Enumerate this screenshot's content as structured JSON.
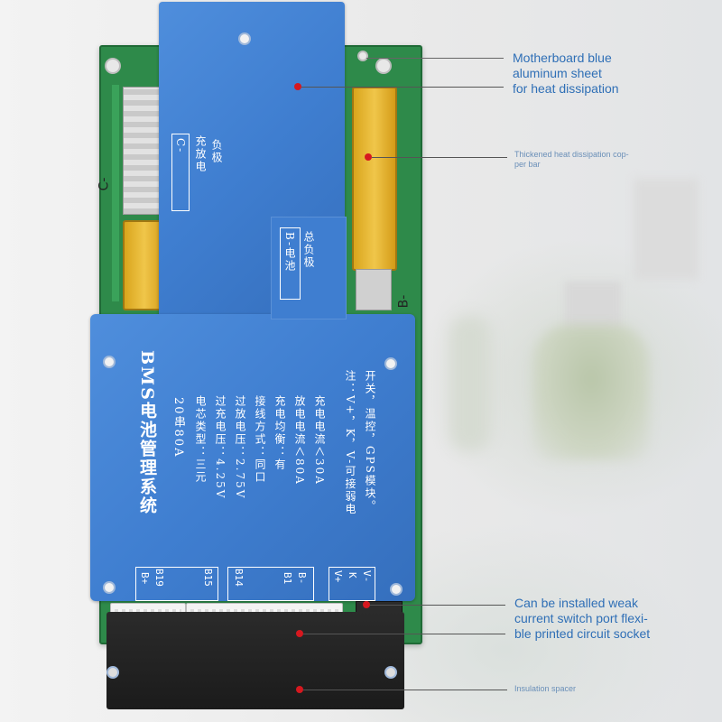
{
  "board": {
    "top_left_label_1": "C-",
    "top_left_label_2": "充放电",
    "top_left_label_3": "负极",
    "top_right_label_1": "B-电池",
    "top_right_label_2": "总负极",
    "edge_c_label": "C-",
    "edge_b_label": "B-",
    "title": "BMS电池管理系统",
    "subtitle": "20串80A",
    "specs": [
      "电芯类型：三元",
      "过充电压：4.25V",
      "过放电压：2.75V",
      "接线方式：同口",
      "充电均衡：有",
      "放电电流＜80A",
      "充电电流＜30A"
    ],
    "note_1": "注：V+，K，V-可接弱电",
    "note_2": "开关，温控，GPS模块。",
    "pin_group_1_a": "B+",
    "pin_group_1_b": "B19",
    "pin_group_1_c": "B15",
    "pin_group_2_a": "B14",
    "pin_group_2_b": "B1",
    "pin_group_2_c": "B-",
    "pin_group_3_a": "V+",
    "pin_group_3_b": "K",
    "pin_group_3_c": "V-"
  },
  "callouts": {
    "aluminum": "Motherboard blue aluminum sheet for heat dissipation",
    "aluminum_lines": [
      "Motherboard blue",
      "aluminum sheet",
      "for heat dissipation"
    ],
    "copper_lines": [
      "Thickened heat dissipation cop-",
      "per bar"
    ],
    "switch_lines": [
      "Can be installed weak",
      "current switch port flexi-",
      "ble printed circuit socket"
    ],
    "spacer_lines": [
      "Insulation spacer"
    ]
  },
  "colors": {
    "callout_text": "#2f6fb6",
    "marker": "#d6181f",
    "plate": "#3f7ed0",
    "pcb": "#2e8a4a",
    "copper": "#f0c64a"
  }
}
